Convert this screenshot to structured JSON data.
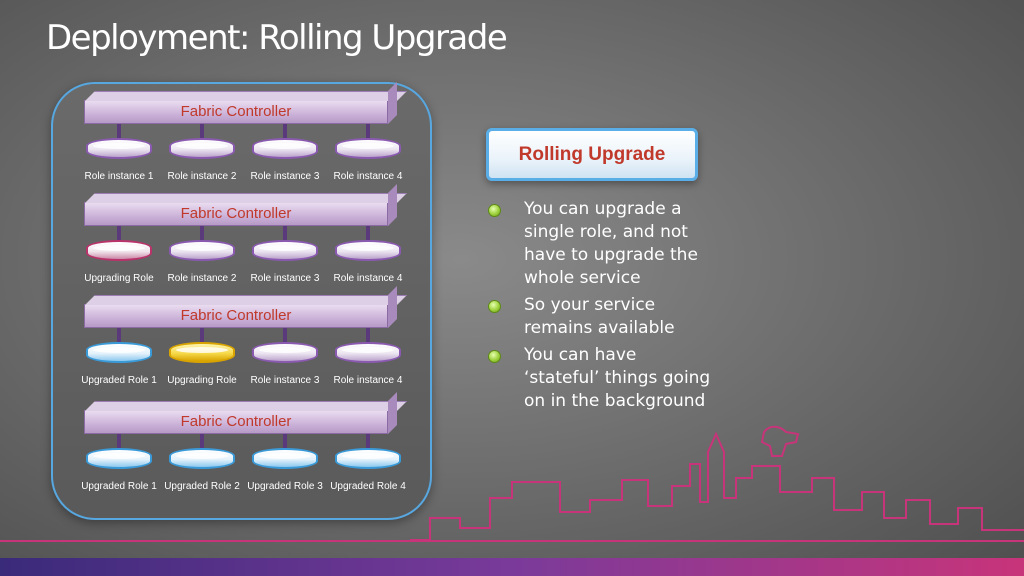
{
  "slide": {
    "title": "Deployment:  Rolling Upgrade",
    "callout": "Rolling Upgrade",
    "bullets": [
      "You can upgrade a single role, and not have to upgrade the whole service",
      "So your service remains available",
      "You can have ‘stateful’ things going on in the background"
    ]
  },
  "diagram": {
    "stages": [
      {
        "controller": "Fabric Controller",
        "instances": [
          {
            "label": "Role instance 1",
            "state": "normal"
          },
          {
            "label": "Role instance 2",
            "state": "normal"
          },
          {
            "label": "Role instance 3",
            "state": "normal"
          },
          {
            "label": "Role instance 4",
            "state": "normal"
          }
        ]
      },
      {
        "controller": "Fabric Controller",
        "instances": [
          {
            "label": "Upgrading Role",
            "state": "upgrading"
          },
          {
            "label": "Role instance 2",
            "state": "normal"
          },
          {
            "label": "Role instance 3",
            "state": "normal"
          },
          {
            "label": "Role instance 4",
            "state": "normal"
          }
        ]
      },
      {
        "controller": "Fabric Controller",
        "instances": [
          {
            "label": "Upgraded Role 1",
            "state": "upgraded"
          },
          {
            "label": "Upgrading Role",
            "state": "upgrading-yellow"
          },
          {
            "label": "Role instance 3",
            "state": "normal"
          },
          {
            "label": "Role instance 4",
            "state": "normal"
          }
        ]
      },
      {
        "controller": "Fabric Controller",
        "instances": [
          {
            "label": "Upgraded Role 1",
            "state": "upgraded"
          },
          {
            "label": "Upgraded Role 2",
            "state": "upgraded"
          },
          {
            "label": "Upgraded Role 3",
            "state": "upgraded"
          },
          {
            "label": "Upgraded Role 4",
            "state": "upgraded"
          }
        ]
      }
    ]
  },
  "colors": {
    "accent_text": "#c0392b",
    "panel_border": "#57a7e1",
    "normal_disk": "#8a5ab0",
    "upgrading_disk": "#b8336a",
    "upgrading_yellow_disk": "#d9a400",
    "upgraded_disk": "#3a9ad8",
    "bullet": "#9ed13c",
    "skyline": "#c8347a"
  }
}
